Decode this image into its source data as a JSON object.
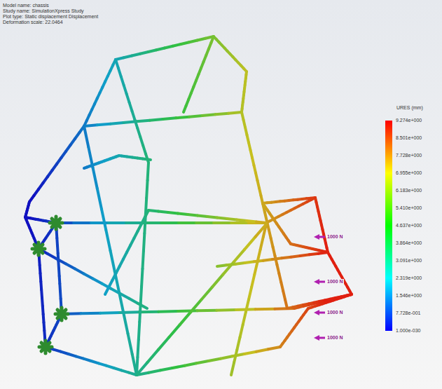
{
  "diagram": {
    "labels": [
      "Model name: chassis",
      "Study name: SimulationXpress Study",
      "Plot type: Static displacement Displacement",
      "Deformation scale: 22.0464",
      "URES (mm)",
      "9.274e+000",
      "8.501e+000",
      "7.728e+000",
      "6.955e+000",
      "6.183e+000",
      "5.410e+000",
      "4.637e+000",
      "3.864e+000",
      "3.091e+000",
      "2.319e+000",
      "1.546e+000",
      "7.728e-001",
      "1.000e-030",
      "1000 N",
      "1000 N",
      "1000 N",
      "1000 N"
    ]
  }
}
